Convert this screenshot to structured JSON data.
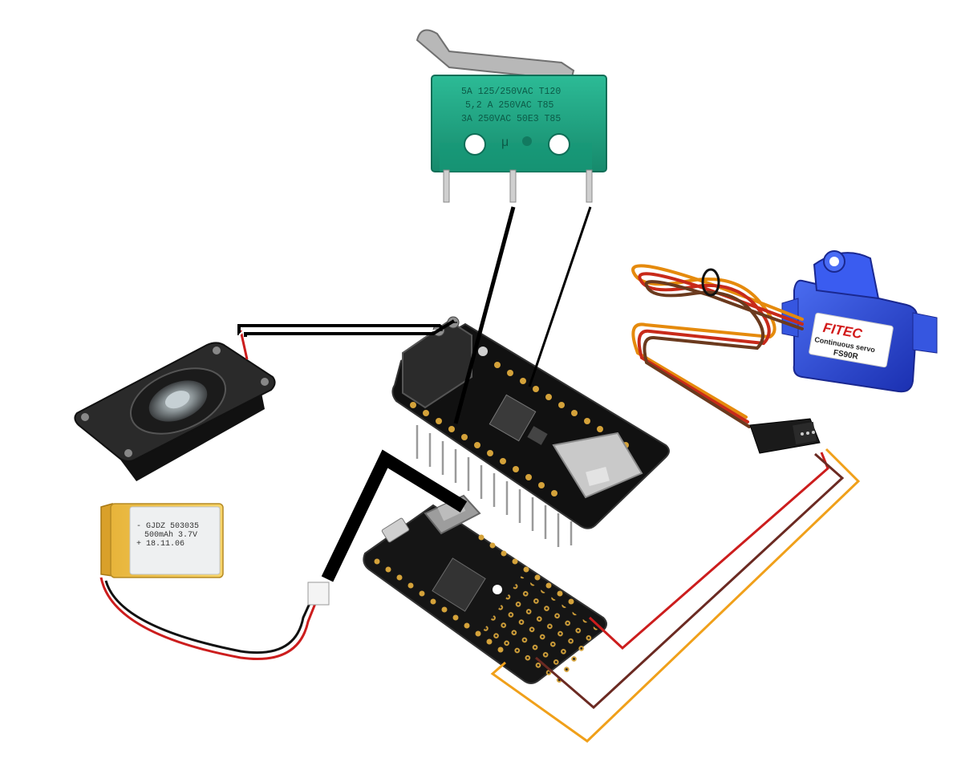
{
  "switch": {
    "label_line1": "5A 125/250VAC T120",
    "label_line2": "5,2 A 250VAC T85",
    "label_line3": "3A 250VAC 50E3 T85",
    "mu_mark": "μ",
    "body_color": "#1fa886"
  },
  "servo": {
    "brand": "FITEC",
    "line1": "Continuous servo",
    "line2": "FS90R",
    "body_color": "#2442d8"
  },
  "battery": {
    "line1": "- GJDZ 503035",
    "line2": "500mAh 3.7V",
    "line3": "+ 18.11.06"
  },
  "wires": {
    "red": "#cc1d1d",
    "brown": "#6b2a22",
    "orange": "#f0a01a",
    "black": "#000000"
  }
}
